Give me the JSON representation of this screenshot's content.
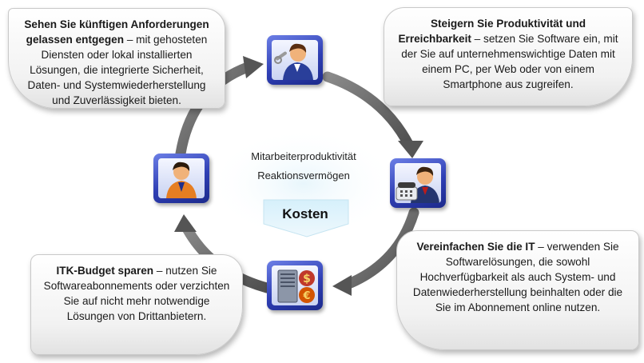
{
  "callouts": {
    "top_left": {
      "bold": "Sehen Sie künftigen Anforderungen gelassen entgegen",
      "text": " – mit gehosteten Diensten oder lokal installierten Lösungen, die integrierte Sicherheit, Daten- und Systemwiederherstellung und Zuverlässigkeit bieten."
    },
    "top_right": {
      "bold": "Steigern Sie Produktivität und Erreichbarkeit",
      "text": " – setzen Sie Software ein, mit der Sie auf unternehmenswichtige Daten mit einem PC, per Web oder von einem Smartphone aus zugreifen."
    },
    "bottom_right": {
      "bold": "Vereinfachen Sie die IT",
      "text": " – verwenden Sie Softwarelösungen, die sowohl Hochverfügbarkeit als auch System- und Datenwiederherstellung beinhalten oder die Sie im Abonnement online nutzen."
    },
    "bottom_left": {
      "bold": "ITK-Budget sparen",
      "text": " – nutzen Sie Softwareabonnements oder verzichten Sie auf nicht mehr notwendige Lösungen von Drittanbietern."
    }
  },
  "center": {
    "metric_1": "Mitarbeiterproduktivität",
    "metric_2": "Reaktionsvermögen",
    "kosten": "Kosten"
  },
  "icons": {
    "top": "admin-tools-person-icon",
    "right": "telephone-person-icon",
    "bottom": "server-money-icon",
    "left": "business-person-icon"
  },
  "colors": {
    "tile_blue": "#2f3fb4",
    "arrow_gray": "#5e5e5e",
    "callout_border": "#c9c9c9"
  }
}
